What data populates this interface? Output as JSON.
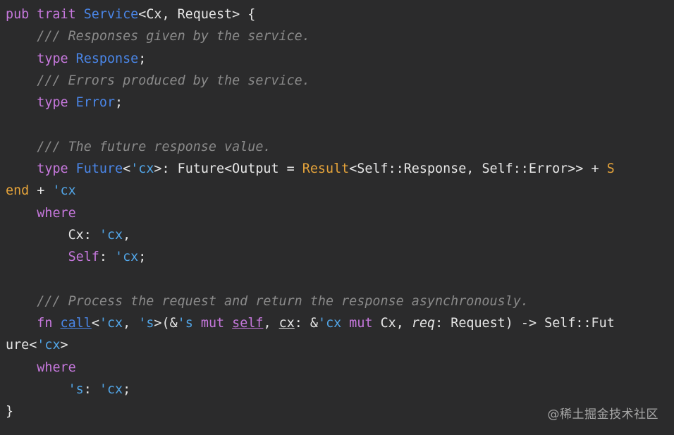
{
  "code": {
    "lines": [
      [
        {
          "t": "pub trait ",
          "c": "kw"
        },
        {
          "t": "Service",
          "c": "ty"
        },
        {
          "t": "<Cx, Request> {"
        }
      ],
      [
        {
          "t": "    "
        },
        {
          "t": "/// Responses given by the service.",
          "c": "cm"
        }
      ],
      [
        {
          "t": "    "
        },
        {
          "t": "type ",
          "c": "kw"
        },
        {
          "t": "Response",
          "c": "ty"
        },
        {
          "t": ";"
        }
      ],
      [
        {
          "t": "    "
        },
        {
          "t": "/// Errors produced by the service.",
          "c": "cm"
        }
      ],
      [
        {
          "t": "    "
        },
        {
          "t": "type ",
          "c": "kw"
        },
        {
          "t": "Error",
          "c": "ty"
        },
        {
          "t": ";"
        }
      ],
      [],
      [
        {
          "t": "    "
        },
        {
          "t": "/// The future response value.",
          "c": "cm"
        }
      ],
      [
        {
          "t": "    "
        },
        {
          "t": "type ",
          "c": "kw"
        },
        {
          "t": "Future",
          "c": "ty"
        },
        {
          "t": "<"
        },
        {
          "t": "'cx",
          "c": "lt"
        },
        {
          "t": ">: Future<Output = "
        },
        {
          "t": "Result",
          "c": "or"
        },
        {
          "t": "<Self::Response, Self::Error>> + "
        },
        {
          "t": "S",
          "c": "or"
        }
      ],
      [
        {
          "t": "end",
          "c": "or"
        },
        {
          "t": " + "
        },
        {
          "t": "'cx",
          "c": "lt"
        }
      ],
      [
        {
          "t": "    "
        },
        {
          "t": "where",
          "c": "kw"
        }
      ],
      [
        {
          "t": "        Cx: "
        },
        {
          "t": "'cx",
          "c": "lt"
        },
        {
          "t": ","
        }
      ],
      [
        {
          "t": "        "
        },
        {
          "t": "Self",
          "c": "kw"
        },
        {
          "t": ": "
        },
        {
          "t": "'cx",
          "c": "lt"
        },
        {
          "t": ";"
        }
      ],
      [],
      [
        {
          "t": "    "
        },
        {
          "t": "/// Process the request and return the response asynchronously.",
          "c": "cm"
        }
      ],
      [
        {
          "t": "    "
        },
        {
          "t": "fn ",
          "c": "kw"
        },
        {
          "t": "call",
          "c": "ty ul"
        },
        {
          "t": "<"
        },
        {
          "t": "'cx",
          "c": "lt"
        },
        {
          "t": ", "
        },
        {
          "t": "'s",
          "c": "lt"
        },
        {
          "t": ">(&"
        },
        {
          "t": "'s",
          "c": "lt"
        },
        {
          "t": " "
        },
        {
          "t": "mut ",
          "c": "kw"
        },
        {
          "t": "self",
          "c": "kw ul"
        },
        {
          "t": ", "
        },
        {
          "t": "cx",
          "c": "ul"
        },
        {
          "t": ": &"
        },
        {
          "t": "'cx",
          "c": "lt"
        },
        {
          "t": " "
        },
        {
          "t": "mut ",
          "c": "kw"
        },
        {
          "t": "Cx, "
        },
        {
          "t": "req",
          "c": "it"
        },
        {
          "t": ": Request) -> Self::Fut"
        }
      ],
      [
        {
          "t": "ure<"
        },
        {
          "t": "'cx",
          "c": "lt"
        },
        {
          "t": ">"
        }
      ],
      [
        {
          "t": "    "
        },
        {
          "t": "where",
          "c": "kw"
        }
      ],
      [
        {
          "t": "        "
        },
        {
          "t": "'s",
          "c": "lt"
        },
        {
          "t": ": "
        },
        {
          "t": "'cx",
          "c": "lt"
        },
        {
          "t": ";"
        }
      ],
      [
        {
          "t": "}"
        }
      ]
    ]
  },
  "watermark": "@稀土掘金技术社区"
}
